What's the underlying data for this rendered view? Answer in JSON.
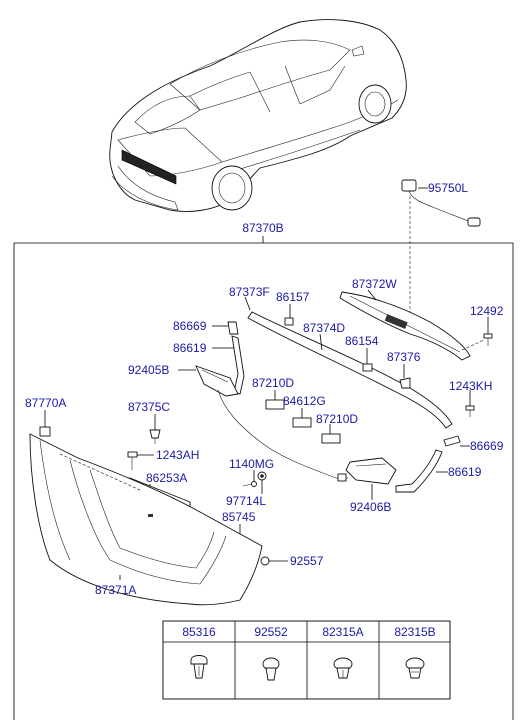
{
  "diagram": {
    "assembly_label": "87370B",
    "parts": [
      {
        "id": "p95750L",
        "code": "95750L"
      },
      {
        "id": "p87372W",
        "code": "87372W"
      },
      {
        "id": "p87373F",
        "code": "87373F"
      },
      {
        "id": "p86157",
        "code": "86157"
      },
      {
        "id": "p12492",
        "code": "12492"
      },
      {
        "id": "p86669a",
        "code": "86669"
      },
      {
        "id": "p87374D",
        "code": "87374D"
      },
      {
        "id": "p86619a",
        "code": "86619"
      },
      {
        "id": "p86154",
        "code": "86154"
      },
      {
        "id": "p92405B",
        "code": "92405B"
      },
      {
        "id": "p87376",
        "code": "87376"
      },
      {
        "id": "p87210Da",
        "code": "87210D"
      },
      {
        "id": "p1243KH",
        "code": "1243KH"
      },
      {
        "id": "p84612G",
        "code": "84612G"
      },
      {
        "id": "p87770A",
        "code": "87770A"
      },
      {
        "id": "p87375C",
        "code": "87375C"
      },
      {
        "id": "p87210Db",
        "code": "87210D"
      },
      {
        "id": "p86669b",
        "code": "86669"
      },
      {
        "id": "p1243AH",
        "code": "1243AH"
      },
      {
        "id": "p1140MG",
        "code": "1140MG"
      },
      {
        "id": "p86619b",
        "code": "86619"
      },
      {
        "id": "p86253A",
        "code": "86253A"
      },
      {
        "id": "p97714L",
        "code": "97714L"
      },
      {
        "id": "p92406B",
        "code": "92406B"
      },
      {
        "id": "p85745",
        "code": "85745"
      },
      {
        "id": "p92557",
        "code": "92557"
      },
      {
        "id": "p87371A",
        "code": "87371A"
      }
    ],
    "fastener_table": {
      "headers": [
        "85316",
        "92552",
        "82315A",
        "82315B"
      ]
    }
  }
}
